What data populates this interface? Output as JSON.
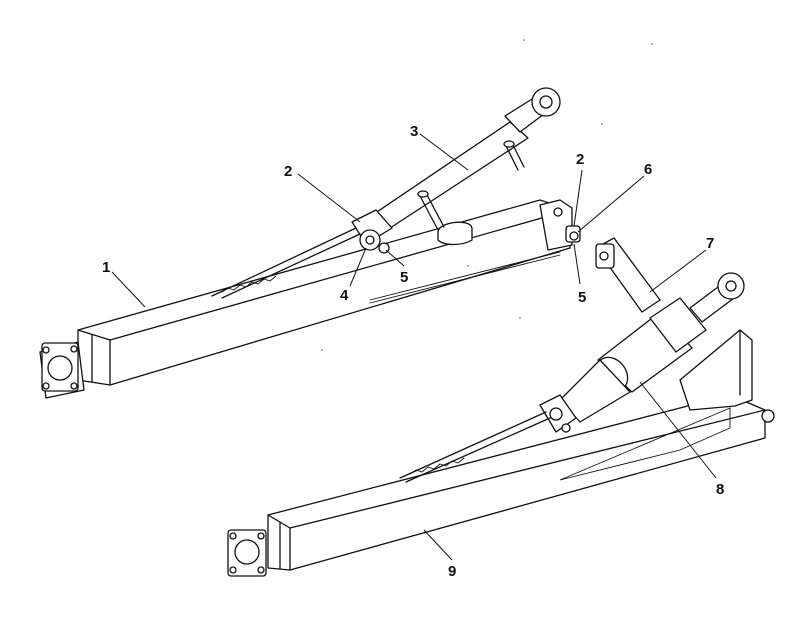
{
  "figure": {
    "callouts": [
      {
        "id": "c1",
        "label": "1"
      },
      {
        "id": "c2a",
        "label": "2"
      },
      {
        "id": "c2b",
        "label": "2"
      },
      {
        "id": "c3",
        "label": "3"
      },
      {
        "id": "c4",
        "label": "4"
      },
      {
        "id": "c5a",
        "label": "5"
      },
      {
        "id": "c5b",
        "label": "5"
      },
      {
        "id": "c6",
        "label": "6"
      },
      {
        "id": "c7",
        "label": "7"
      },
      {
        "id": "c8",
        "label": "8"
      },
      {
        "id": "c9",
        "label": "9"
      }
    ]
  }
}
